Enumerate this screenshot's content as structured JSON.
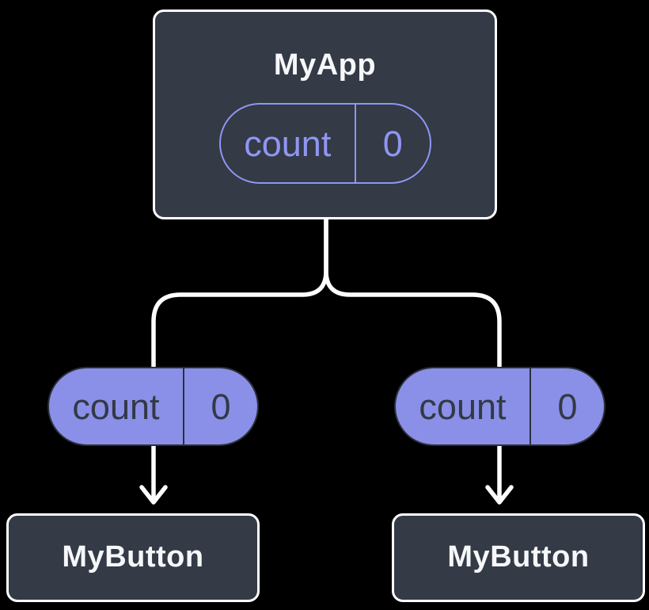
{
  "diagram": {
    "root": {
      "title": "MyApp",
      "state": {
        "name": "count",
        "value": "0"
      }
    },
    "props": [
      {
        "name": "count",
        "value": "0"
      },
      {
        "name": "count",
        "value": "0"
      }
    ],
    "children": [
      {
        "title": "MyButton"
      },
      {
        "title": "MyButton"
      }
    ]
  },
  "colors": {
    "background": "#000000",
    "node_fill": "#343A46",
    "node_border": "#FFFFFF",
    "node_text": "#F6F7F9",
    "accent_purple_fill": "#8A90E8",
    "accent_purple_line": "#8F96F2",
    "pill_dark": "#2B303A",
    "pill_dark_text": "#333945",
    "connector": "#FFFFFF"
  }
}
